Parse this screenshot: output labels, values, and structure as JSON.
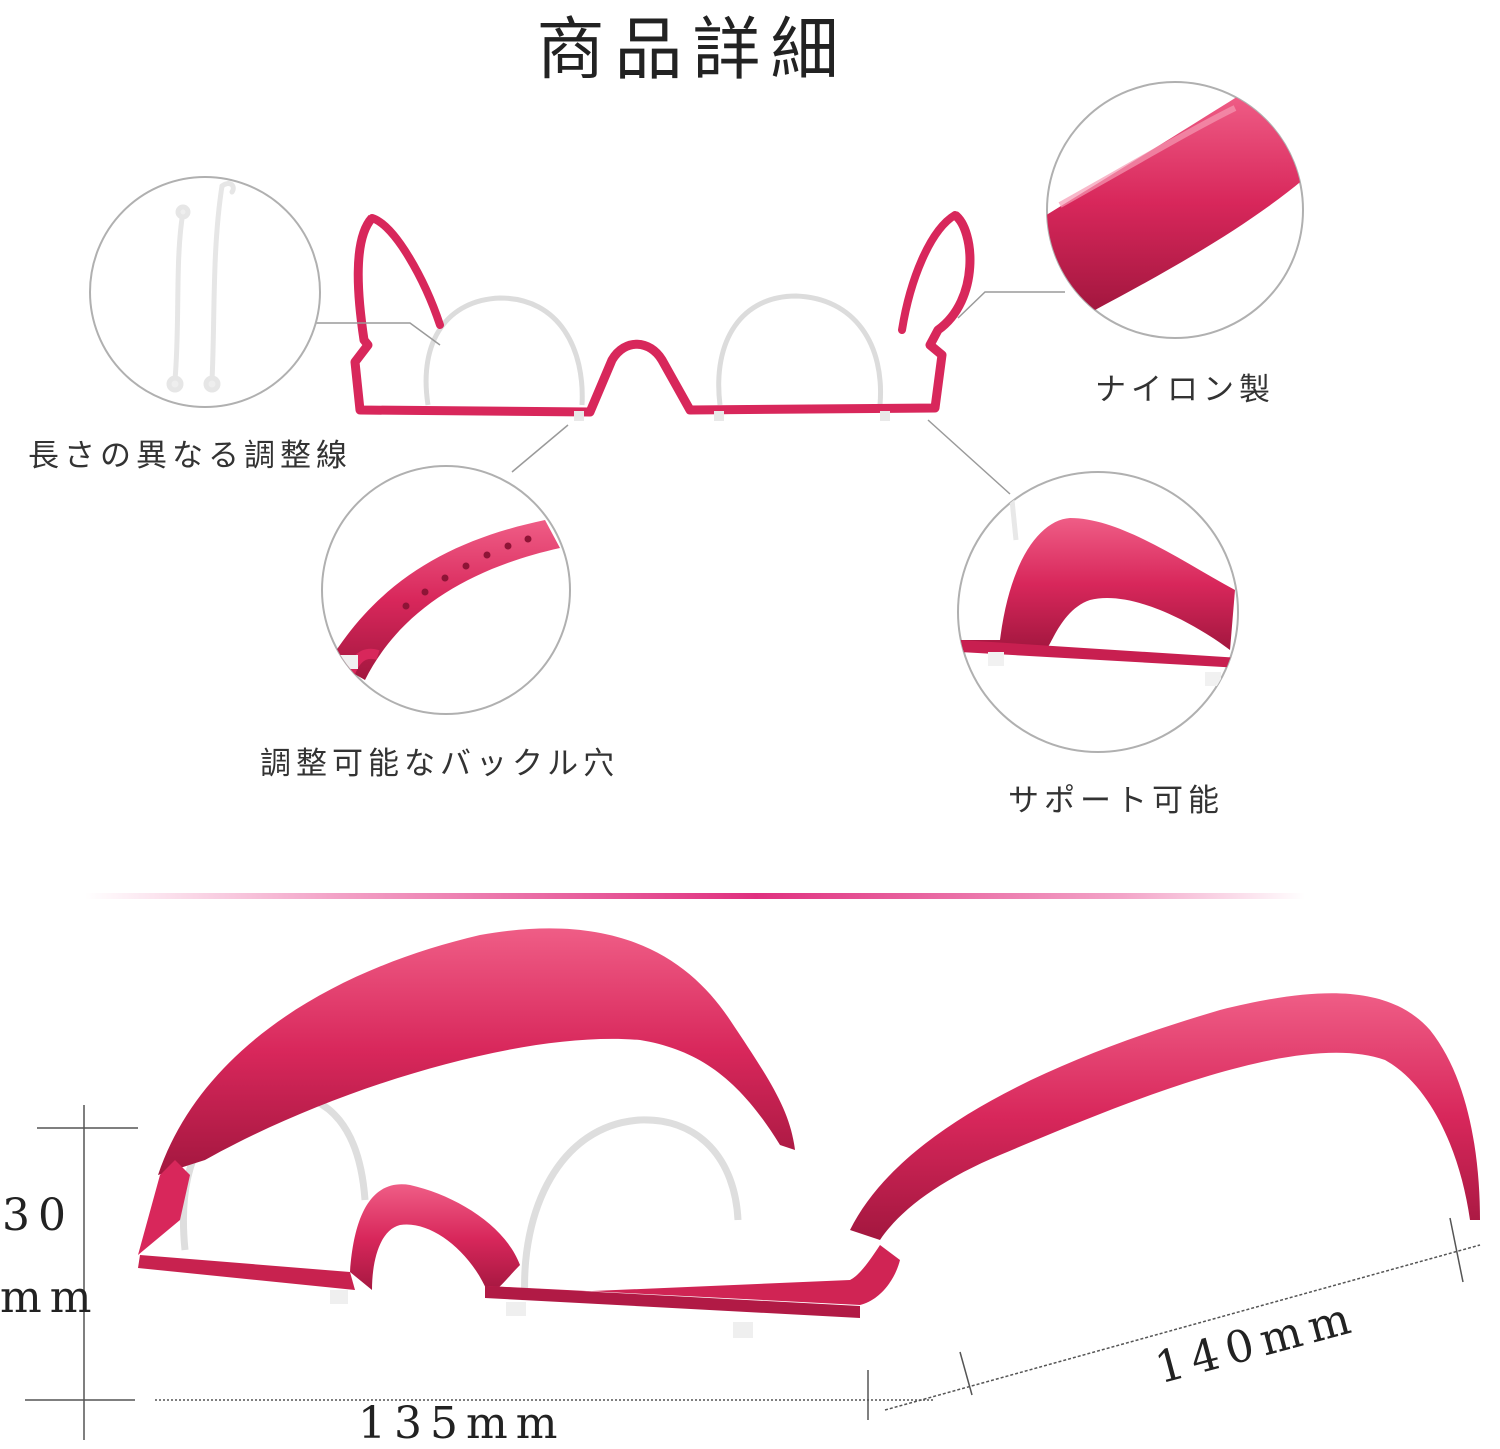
{
  "title": "商品詳細",
  "callouts": {
    "adjust_lines": "長さの異なる調整線",
    "nylon": "ナイロン製",
    "buckle_holes": "調整可能なバックル穴",
    "support": "サポート可能"
  },
  "dimensions": {
    "height_value": "30",
    "height_unit": "mm",
    "width": "135mm",
    "arm_length": "140mm"
  },
  "colors": {
    "frame": "#d8275b",
    "frame_dark": "#a3173f",
    "frame_light": "#f2859f",
    "divider": "#e23a86",
    "lens_wire": "#d4d4d4",
    "circle_stroke": "#b0b0b0",
    "dimension_line": "#555555"
  }
}
